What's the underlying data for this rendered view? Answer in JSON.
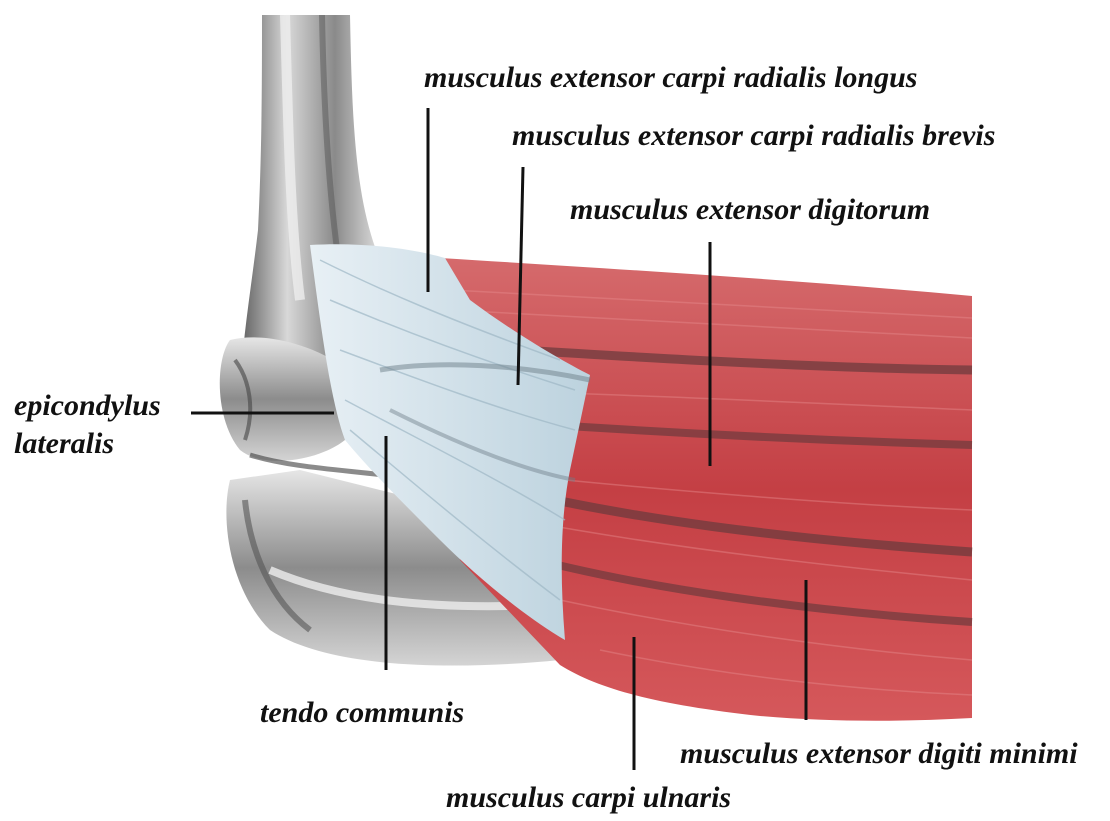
{
  "diagram": {
    "subject": "lateral elbow extensor muscle anatomy",
    "colors": {
      "muscle": "#c8474a",
      "muscle_dark": "#8e2f33",
      "tendon": "#cfe0ea",
      "bone": "#b9b9b9",
      "bone_dark": "#6f6f6f",
      "leader_line": "#111111",
      "label_text": "#111111"
    },
    "labels": {
      "ecrl": "musculus extensor carpi radialis longus",
      "ecrb": "musculus extensor carpi radialis brevis",
      "ed": "musculus extensor digitorum",
      "epicondylus_line1": "epicondylus",
      "epicondylus_line2": "lateralis",
      "tendo": "tendo communis",
      "edm": "musculus extensor digiti minimi",
      "ecu": "musculus carpi ulnaris"
    }
  }
}
